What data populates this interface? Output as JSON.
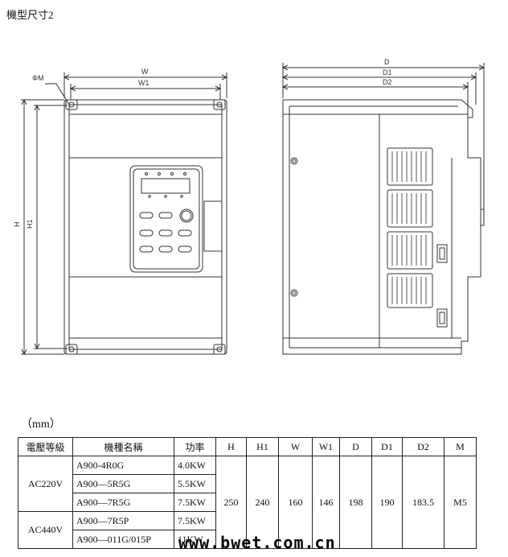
{
  "title": "機型尺寸2",
  "dimension_labels": {
    "front": {
      "w": "W",
      "w1": "W1",
      "h": "H",
      "h1": "H1",
      "hole": "ΦM"
    },
    "side": {
      "d": "D",
      "d1": "D1",
      "d2": "D2"
    }
  },
  "unit_label": "（mm）",
  "table": {
    "headers": [
      "電壓等級",
      "機種名稱",
      "功率",
      "H",
      "H1",
      "W",
      "W1",
      "D",
      "D1",
      "D2",
      "M"
    ],
    "groups": [
      {
        "voltage": "AC220V",
        "rows": [
          {
            "model": "A900-4R0G",
            "power": "4.0KW"
          },
          {
            "model": "A900—5R5G",
            "power": "5.5KW"
          },
          {
            "model": "A900—7R5G",
            "power": "7.5KW"
          }
        ]
      },
      {
        "voltage": "AC440V",
        "rows": [
          {
            "model": "A900—7R5P",
            "power": "7.5KW"
          },
          {
            "model": "A900—011G/015P",
            "power": "11KW"
          }
        ]
      }
    ],
    "dims": {
      "H": "250",
      "H1": "240",
      "W": "160",
      "W1": "146",
      "D": "198",
      "D1": "190",
      "D2": "183.5",
      "M": "M5"
    }
  },
  "watermark": "www.bwet.com.cn"
}
